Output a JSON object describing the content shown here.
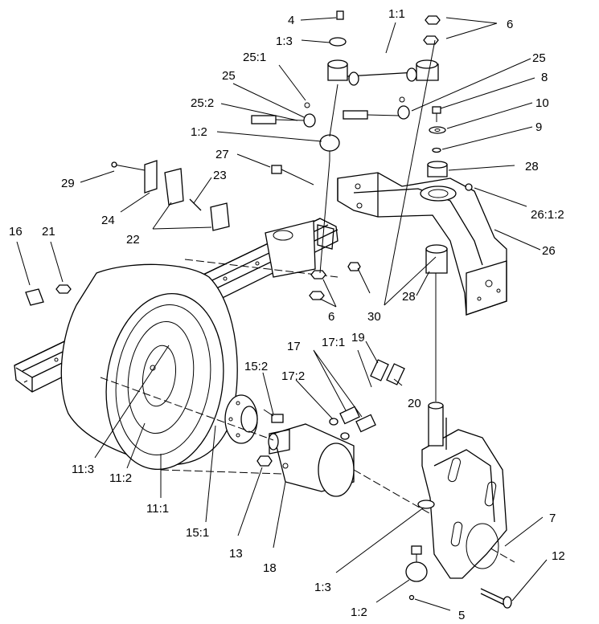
{
  "callouts": [
    {
      "id": "c4",
      "text": "4"
    },
    {
      "id": "c1_1",
      "text": "1:1"
    },
    {
      "id": "c6a",
      "text": "6"
    },
    {
      "id": "c1_3a",
      "text": "1:3"
    },
    {
      "id": "c25_1",
      "text": "25:1"
    },
    {
      "id": "c25a",
      "text": "25"
    },
    {
      "id": "c25b",
      "text": "25"
    },
    {
      "id": "c8",
      "text": "8"
    },
    {
      "id": "c25_2",
      "text": "25:2"
    },
    {
      "id": "c10",
      "text": "10"
    },
    {
      "id": "c9",
      "text": "9"
    },
    {
      "id": "c1_2a",
      "text": "1:2"
    },
    {
      "id": "c27",
      "text": "27"
    },
    {
      "id": "c28a",
      "text": "28"
    },
    {
      "id": "c29",
      "text": "29"
    },
    {
      "id": "c23",
      "text": "23"
    },
    {
      "id": "c26_1_2",
      "text": "26:1:2"
    },
    {
      "id": "c24",
      "text": "24"
    },
    {
      "id": "c22",
      "text": "22"
    },
    {
      "id": "c16",
      "text": "16"
    },
    {
      "id": "c21",
      "text": "21"
    },
    {
      "id": "c26",
      "text": "26"
    },
    {
      "id": "c28b",
      "text": "28"
    },
    {
      "id": "c6b",
      "text": "6"
    },
    {
      "id": "c30",
      "text": "30"
    },
    {
      "id": "c17_1",
      "text": "17:1"
    },
    {
      "id": "c19",
      "text": "19"
    },
    {
      "id": "c17",
      "text": "17"
    },
    {
      "id": "c15_2",
      "text": "15:2"
    },
    {
      "id": "c17_2",
      "text": "17:2"
    },
    {
      "id": "c20",
      "text": "20"
    },
    {
      "id": "c11_3",
      "text": "11:3"
    },
    {
      "id": "c11_2",
      "text": "11:2"
    },
    {
      "id": "c11_1",
      "text": "11:1"
    },
    {
      "id": "c15_1",
      "text": "15:1"
    },
    {
      "id": "c13",
      "text": "13"
    },
    {
      "id": "c18",
      "text": "18"
    },
    {
      "id": "c7",
      "text": "7"
    },
    {
      "id": "c12",
      "text": "12"
    },
    {
      "id": "c1_3b",
      "text": "1:3"
    },
    {
      "id": "c1_2b",
      "text": "1:2"
    },
    {
      "id": "c5",
      "text": "5"
    }
  ]
}
